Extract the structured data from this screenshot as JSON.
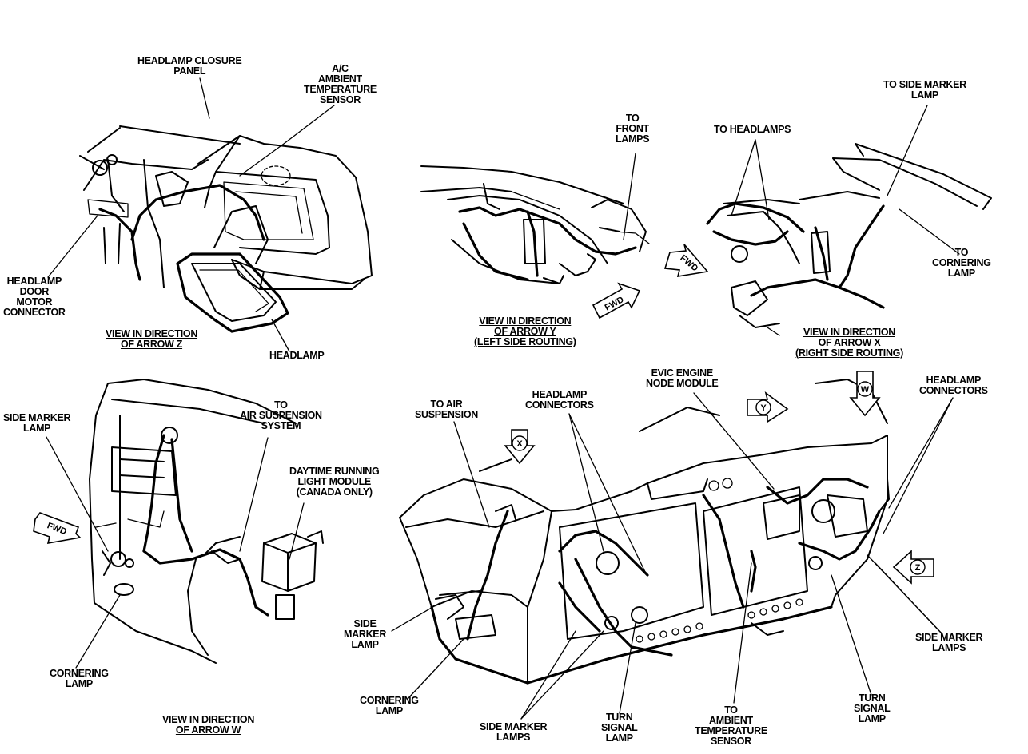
{
  "labels": {
    "headlamp_closure_panel": [
      "HEADLAMP CLOSURE",
      "PANEL"
    ],
    "ac_ambient_temp_sensor": [
      "A/C",
      "AMBIENT",
      "TEMPERATURE",
      "SENSOR"
    ],
    "headlamp_door_motor_connector": [
      "HEADLAMP",
      "DOOR",
      "MOTOR",
      "CONNECTOR"
    ],
    "view_arrow_z": [
      "VIEW IN DIRECTION",
      "OF ARROW Z"
    ],
    "headlamp": "HEADLAMP",
    "to_front_lamps": [
      "TO",
      "FRONT",
      "LAMPS"
    ],
    "view_arrow_y": [
      "VIEW IN DIRECTION",
      "OF ARROW Y",
      "(LEFT SIDE ROUTING)"
    ],
    "to_headlamps": "TO HEADLAMPS",
    "to_side_marker_lamp": [
      "TO SIDE MARKER",
      "LAMP"
    ],
    "to_cornering_lamp": [
      "TO",
      "CORNERING",
      "LAMP"
    ],
    "view_arrow_x": [
      "VIEW IN DIRECTION",
      "OF ARROW X",
      "(RIGHT SIDE ROUTING)"
    ],
    "side_marker_lamp_w": [
      "SIDE MARKER",
      "LAMP"
    ],
    "to_air_suspension_system": [
      "TO",
      "AIR SUSPENSION",
      "SYSTEM"
    ],
    "drl_module": [
      "DAYTIME RUNNING",
      "LIGHT MODULE",
      "(CANADA ONLY)"
    ],
    "cornering_lamp_w": [
      "CORNERING",
      "LAMP"
    ],
    "view_arrow_w": [
      "VIEW IN DIRECTION",
      "OF ARROW W"
    ],
    "to_air_suspension": [
      "TO AIR",
      "SUSPENSION"
    ],
    "headlamp_connectors_left": [
      "HEADLAMP",
      "CONNECTORS"
    ],
    "evic_engine_node": [
      "EVIC ENGINE",
      "NODE MODULE"
    ],
    "headlamp_connectors_right": [
      "HEADLAMP",
      "CONNECTORS"
    ],
    "side_marker_lamp_main": [
      "SIDE",
      "MARKER",
      "LAMP"
    ],
    "cornering_lamp_main": [
      "CORNERING",
      "LAMP"
    ],
    "side_marker_lamps_left": [
      "SIDE MARKER",
      "LAMPS"
    ],
    "turn_signal_lamp_left": [
      "TURN",
      "SIGNAL",
      "LAMP"
    ],
    "to_ambient_temp_sensor": [
      "TO",
      "AMBIENT",
      "TEMPERATURE",
      "SENSOR"
    ],
    "turn_signal_lamp_right": [
      "TURN",
      "SIGNAL",
      "LAMP"
    ],
    "side_marker_lamps_right": [
      "SIDE MARKER",
      "LAMPS"
    ]
  },
  "arrows": {
    "fwd": "FWD",
    "x": "X",
    "y": "Y",
    "z": "Z",
    "w": "W"
  }
}
